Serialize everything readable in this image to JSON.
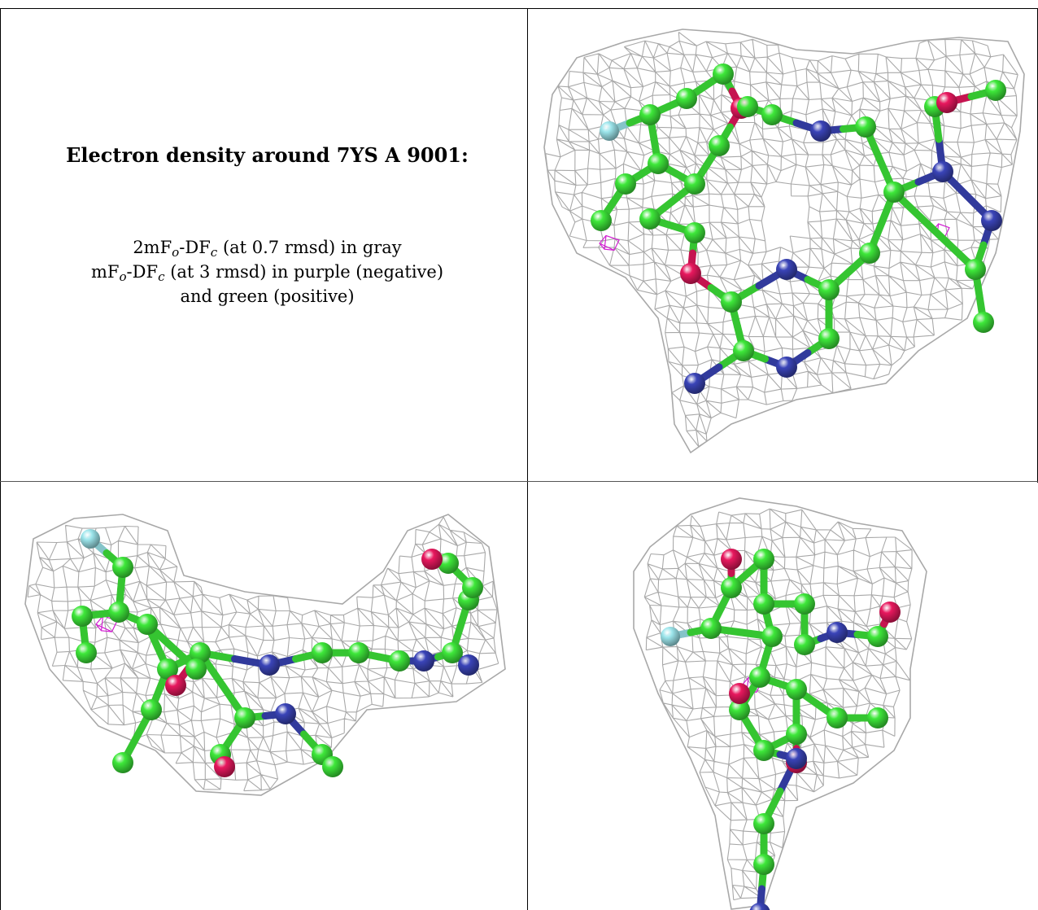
{
  "panel_caption": {
    "title": "Electron density around 7YS A 9001:",
    "line1": {
      "a": "2mF",
      "a_sub": "o",
      "b": "-DF",
      "b_sub": "c",
      "c": " (at 0.7 rmsd) in gray"
    },
    "line2": {
      "a": "mF",
      "a_sub": "o",
      "b": "-DF",
      "b_sub": "c",
      "c": " (at 3 rmsd) in purple (negative)"
    },
    "line3": "and green (positive)"
  },
  "colors": {
    "mesh": "#9a9a9a",
    "carbon": "#3ee83a",
    "nitrogen": "#3a44b8",
    "oxygen": "#e8185e",
    "fluorine": "#9de6ec",
    "negative_density": "#d21ed2"
  }
}
